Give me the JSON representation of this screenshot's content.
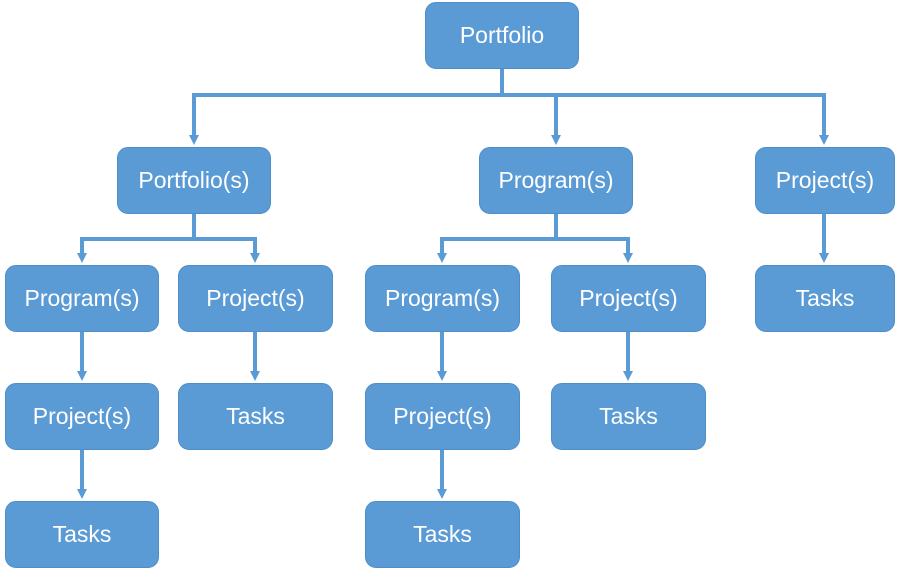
{
  "colors": {
    "box": "#5b9bd5",
    "connector": "#5b9bd5",
    "text": "#ffffff"
  },
  "nodes": {
    "root": "Portfolio",
    "portfolios": "Portfolio(s)",
    "programs": "Program(s)",
    "projects": "Project(s)",
    "portfolios_program": "Program(s)",
    "portfolios_project": "Project(s)",
    "portfolios_program_project": "Project(s)",
    "portfolios_program_project_tasks": "Tasks",
    "portfolios_project_tasks": "Tasks",
    "programs_program": "Program(s)",
    "programs_project": "Project(s)",
    "programs_program_project": "Project(s)",
    "programs_program_project_tasks": "Tasks",
    "programs_project_tasks": "Tasks",
    "projects_tasks": "Tasks"
  }
}
